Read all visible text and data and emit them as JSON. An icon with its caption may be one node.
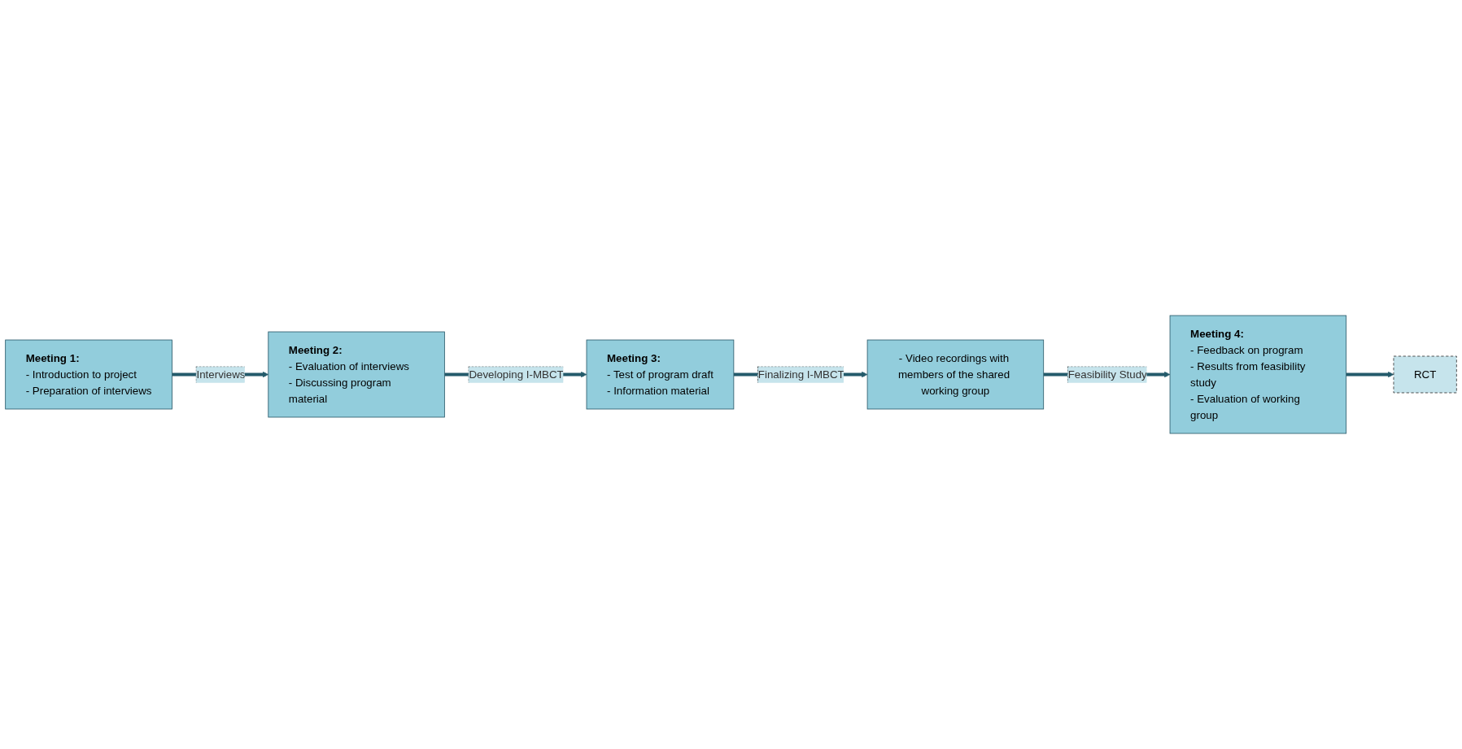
{
  "diagram": {
    "nodes": [
      {
        "text": [
          "Meeting 1:",
          "- Introduction to project",
          "- Preparation of interviews"
        ]
      },
      {
        "text": [
          "Meeting 2:",
          "- Evaluation of interviews",
          "- Discussing program material"
        ]
      },
      {
        "text": [
          "Meeting 3:",
          "- Test of program draft",
          "- Information material"
        ]
      },
      {
        "text": [
          "- Video recordings with members of the shared working group"
        ]
      },
      {
        "text": [
          "Meeting 4:",
          "- Feedback on program",
          "- Results from feasibility study",
          "- Evaluation of working group"
        ]
      },
      {
        "text": [
          "RCT"
        ]
      }
    ],
    "edges": [
      {
        "from": 0,
        "to": 1,
        "arrow": "to",
        "label": "Interviews"
      },
      {
        "from": 1,
        "to": 2,
        "arrow": "to",
        "label": "Developing I-MBCT"
      },
      {
        "from": 2,
        "to": 3,
        "arrow": "to",
        "label": "Finalizing I-MBCT"
      },
      {
        "from": 3,
        "to": 4,
        "arrow": "to",
        "label": "Feasibility Study"
      },
      {
        "from": 4,
        "to": 5,
        "arrow": "to"
      }
    ]
  }
}
